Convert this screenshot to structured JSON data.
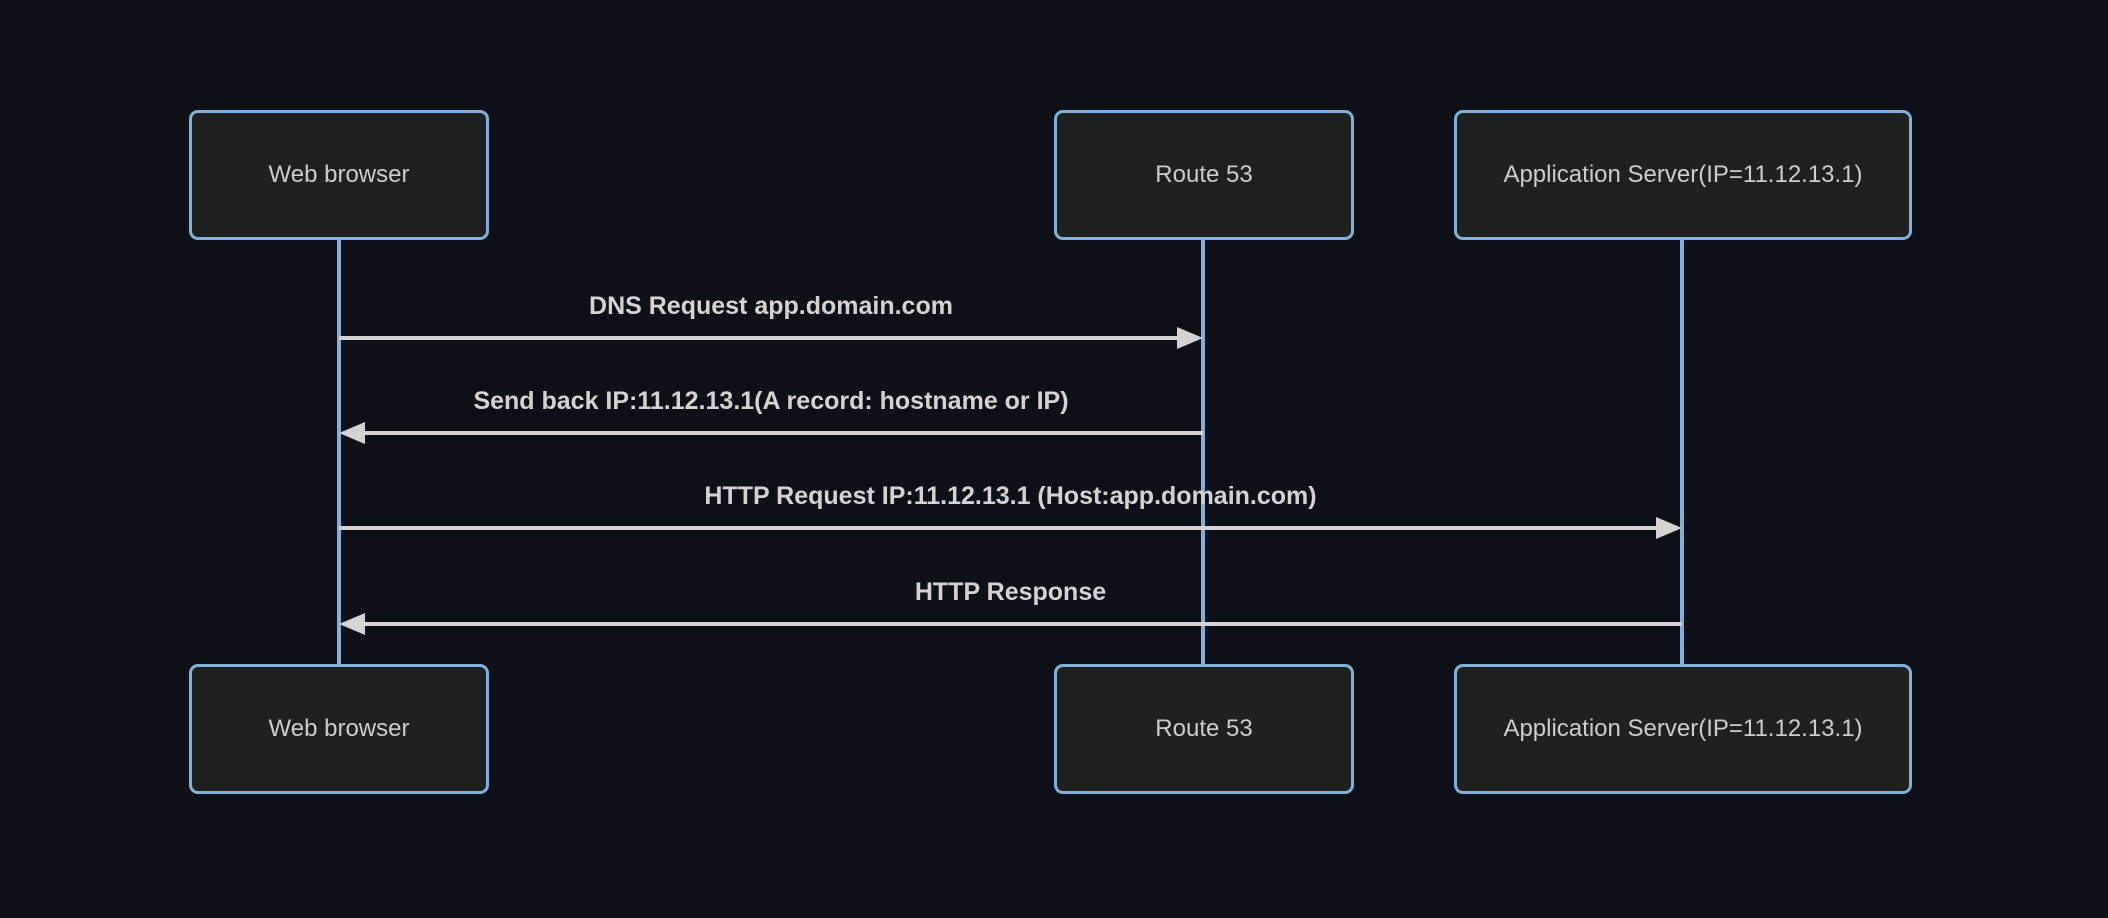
{
  "diagram": {
    "type": "sequence",
    "actors": [
      {
        "id": "web-browser",
        "label": "Web browser"
      },
      {
        "id": "route-53",
        "label": "Route 53"
      },
      {
        "id": "application-server",
        "label": "Application Server(IP=11.12.13.1)"
      }
    ],
    "messages": [
      {
        "from": "web-browser",
        "to": "route-53",
        "direction": "right",
        "label": "DNS Request app.domain.com"
      },
      {
        "from": "route-53",
        "to": "web-browser",
        "direction": "left",
        "label": "Send back IP:11.12.13.1(A record: hostname or IP)"
      },
      {
        "from": "web-browser",
        "to": "application-server",
        "direction": "right",
        "label": "HTTP Request IP:11.12.13.1 (Host:app.domain.com)"
      },
      {
        "from": "application-server",
        "to": "web-browser",
        "direction": "left",
        "label": "HTTP Response"
      }
    ],
    "colors": {
      "background": "#0d1117",
      "actor_fill": "#1f2020",
      "actor_border": "#81b1db",
      "actor_text": "#cccccc",
      "lifeline": "#81b1db",
      "signal_line": "#d3d3d3",
      "message_text": "#d3d3d3"
    }
  }
}
